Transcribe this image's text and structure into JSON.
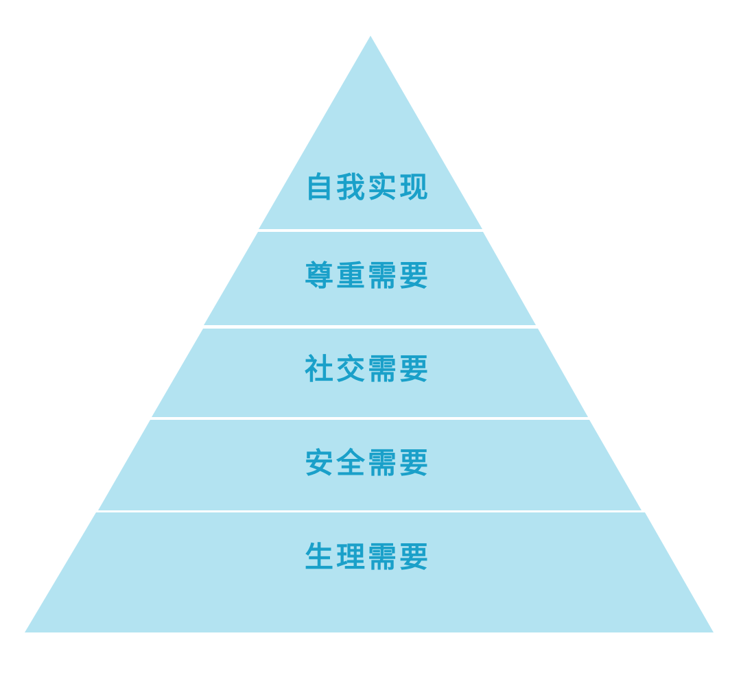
{
  "diagram": {
    "type": "pyramid",
    "colors": {
      "fill": "#b3e3f1",
      "text": "#1aa0c9",
      "background": "#ffffff"
    },
    "tiers": [
      {
        "label": "自我实现"
      },
      {
        "label": "尊重需要"
      },
      {
        "label": "社交需要"
      },
      {
        "label": "安全需要"
      },
      {
        "label": "生理需要"
      }
    ]
  }
}
